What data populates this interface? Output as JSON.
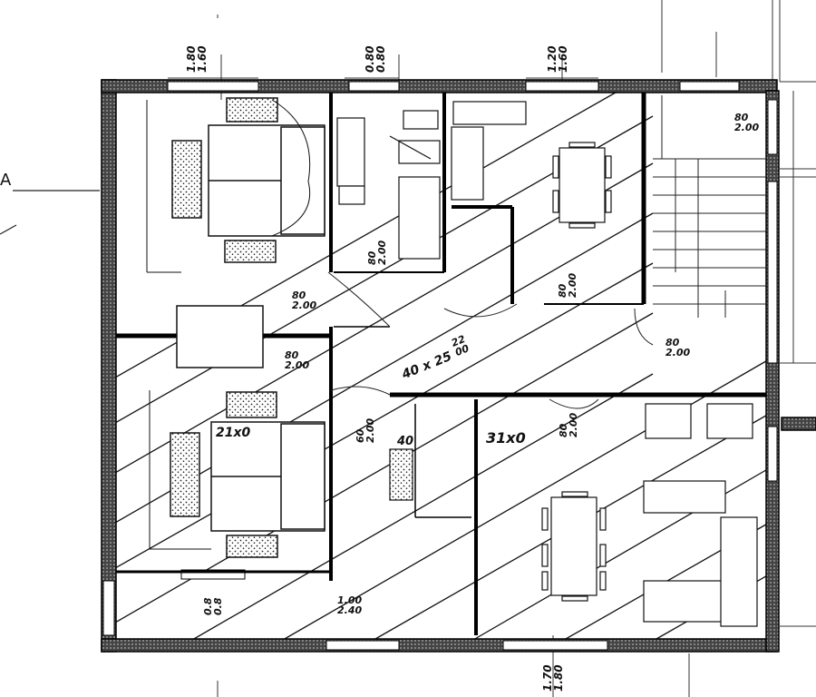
{
  "section_marker": "A",
  "dimensions": {
    "window_top_left": "1.80\n1.60",
    "window_top_mid": "0.80\n0.80",
    "window_top_right": "1.20\n1.60",
    "window_stair": "80\n2.00",
    "door_bath": "80\n2.00",
    "door_bath_lower": "80\n2.00",
    "door_wc": "80\n2.00",
    "door_kitchen": "80\n2.00",
    "door_entry_right": "80\n2.00",
    "door_hall_right": "80\n2.00",
    "door_hall_mid": "60\n2.00",
    "opening_main": "40 x 25",
    "opening_main_small": "22\n00",
    "room_left_lower": "21x0",
    "room_right_lower": "31x0",
    "small_40": "40",
    "bottom_left_window": "0.8\n0.8",
    "bottom_mid_window": "1.00\n2.40",
    "bottom_right_window": "1.70\n1.80"
  }
}
